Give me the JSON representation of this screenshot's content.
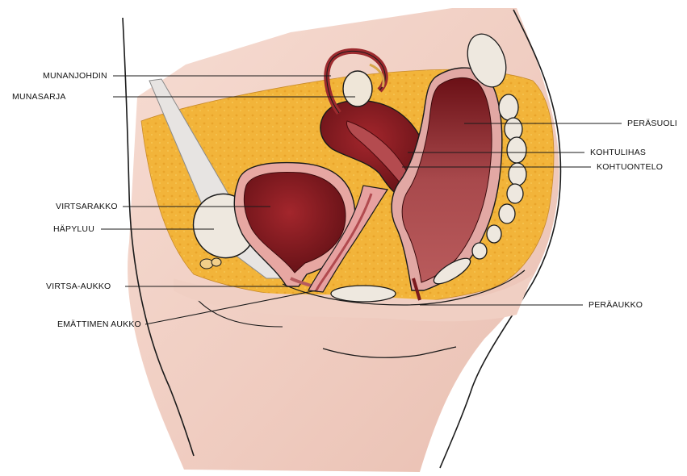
{
  "labels": {
    "fallopian_tube": "MUNANJOHDIN",
    "ovary": "MUNASARJA",
    "bladder": "VIRTSARAKKO",
    "pubic_bone": "HÄPYLUU",
    "urethral_opening": "VIRTSA-AUKKO",
    "vaginal_opening": "EMÄTTIMEN AUKKO",
    "rectum": "PERÄSUOLI",
    "myometrium": "KOHTULIHAS",
    "uterine_cavity": "KOHTUONTELO",
    "anus": "PERÄAUKKO"
  },
  "colors": {
    "skin": "#f1d2c6",
    "fat": "#f2b43a",
    "organ_dark": "#6e1418",
    "organ_mid": "#9c2a2e",
    "bone": "#ece6dc",
    "pink_tissue": "#d98c8c",
    "line": "#1a1a1a"
  }
}
